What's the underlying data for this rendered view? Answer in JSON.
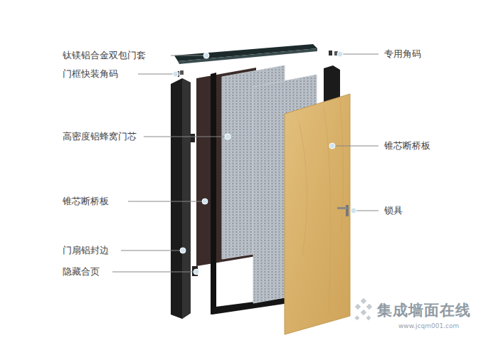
{
  "diagram": {
    "labels": [
      "钛镁铝合金双包门套",
      "门框快装角码",
      "高密度铝蜂窝门芯",
      "锥芯断桥板",
      "门扇铝封边",
      "隐藏合页",
      "专用角码",
      "锥芯断桥板",
      "锁具",
      "集成墙面在线",
      "www.jcqm001.com"
    ]
  }
}
